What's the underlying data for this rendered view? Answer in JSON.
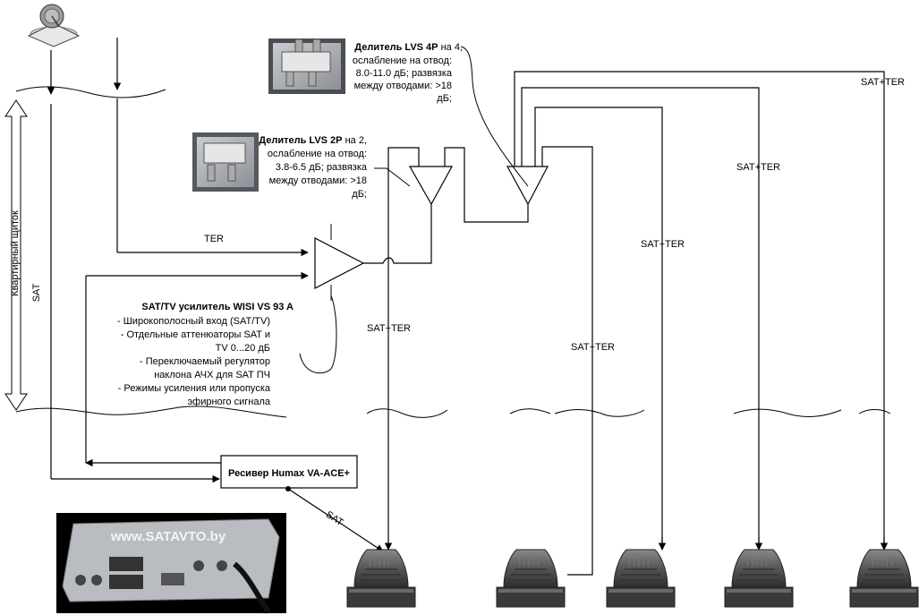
{
  "labels": {
    "ter": "TER",
    "sat_riser": "SAT",
    "panel": "Квартирный щиток",
    "sat_cable": "SAT",
    "satter": "SAT+TER"
  },
  "splitter4": {
    "title": "Делитель LVS 4P",
    "line1_rest": " на 4,",
    "lines": [
      "ослабление на отвод:",
      "8.0-11.0 дБ; развязка",
      "между отводами: >18",
      "дБ;"
    ]
  },
  "splitter2": {
    "title": "Делитель LVS 2P",
    "line1_rest": " на 2,",
    "lines": [
      "ослабление на отвод:",
      "3.8-6.5 дБ; развязка",
      "между отводами: >18",
      "дБ;"
    ]
  },
  "amplifier": {
    "title": "SAT/TV усилитель WISI VS 93 A",
    "lines": [
      "- Широкополосный вход (SAT/TV)",
      "- Отдельные аттенюаторы SAT и",
      "TV 0...20 дБ",
      "- Переключаемый регулятор",
      "наклона АЧХ для SAT ПЧ",
      "- Режимы усиления или пропуска",
      "эфирного сигнала"
    ]
  },
  "receiver": {
    "label": "Ресивер Humax VA-ACE+"
  },
  "photo": {
    "watermark": "www.SATAVTO.by"
  },
  "icons": {
    "dish": "satellite-dish-icon",
    "tv": "tv-icon",
    "amplifier": "amplifier-triangle-icon",
    "splitter": "splitter-triangle-icon"
  }
}
